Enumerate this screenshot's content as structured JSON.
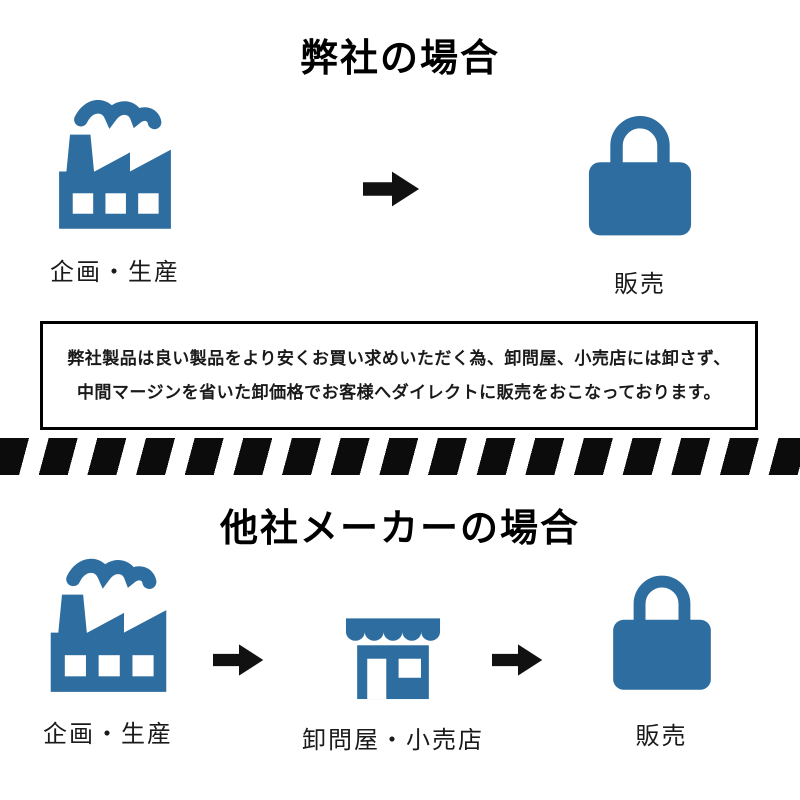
{
  "colors": {
    "icon_blue": "#2e6d9f",
    "arrow_black": "#111111",
    "text_black": "#1a1a1a"
  },
  "our_case": {
    "title": "弊社の場合",
    "steps": [
      {
        "icon": "factory-icon",
        "label": "企画・生産"
      },
      {
        "icon": "shopping-bag-icon",
        "label": "販売"
      }
    ],
    "notice_line1": "弊社製品は良い製品をより安くお買い求めいただく為、卸問屋、小売店には卸さず、",
    "notice_line2": "中間マージンを省いた卸価格でお客様へダイレクトに販売をおこなっております。"
  },
  "other_case": {
    "title": "他社メーカーの場合",
    "steps": [
      {
        "icon": "factory-icon",
        "label": "企画・生産"
      },
      {
        "icon": "storefront-icon",
        "label": "卸問屋・小売店"
      },
      {
        "icon": "shopping-bag-icon",
        "label": "販売"
      }
    ]
  }
}
